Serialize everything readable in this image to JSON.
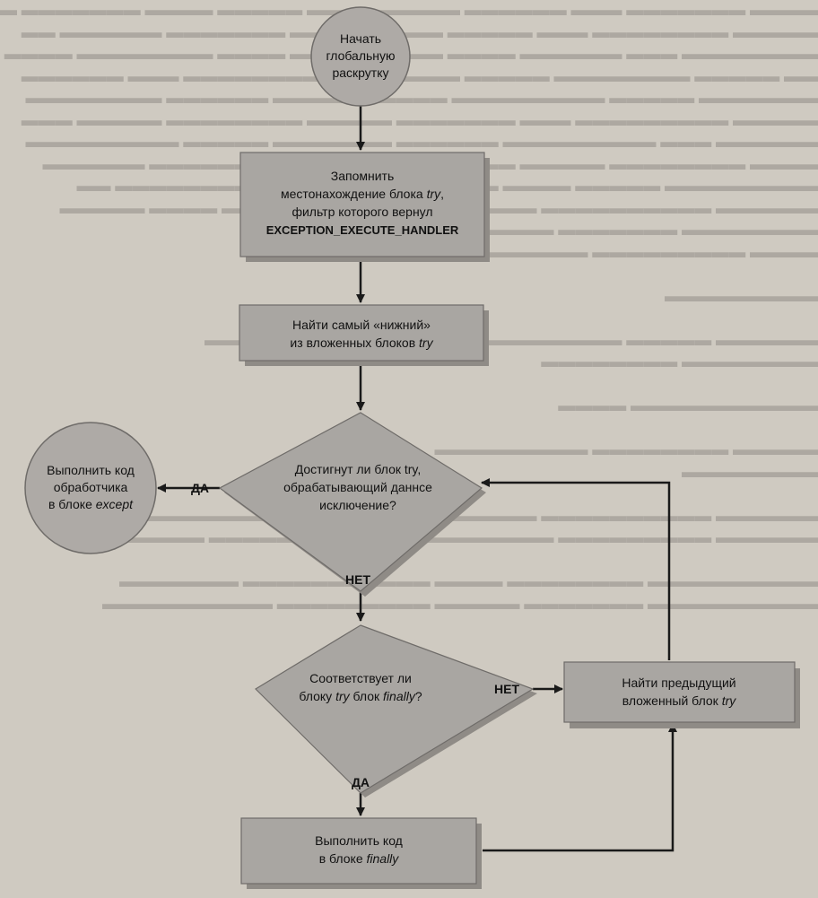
{
  "diagram": {
    "nodes": {
      "start": [
        "Начать",
        "глобальную",
        "раскрутку"
      ],
      "remember": [
        "Запомнить",
        "местонахождение блока |try|,",
        "фильтр которого вернул",
        "#EXCEPTION_EXECUTE_HANDLER#"
      ],
      "find_lowest": [
        "Найти самый «нижний»",
        "из вложенных блоков |try|"
      ],
      "reached": [
        "Достигнут ли блок try,",
        "обрабатывающий даннсе",
        "исключение?"
      ],
      "execute_except": [
        "Выполнить код",
        "обработчика",
        "в блоке |except|"
      ],
      "has_finally": [
        "Соответствует ли",
        "блоку |try| блок |finally|?"
      ],
      "find_prev": [
        "Найти предыдущий",
        "вложенный блок |try|"
      ],
      "execute_finally": [
        "Выполнить код",
        "в блоке |finally|"
      ]
    },
    "edge_labels": {
      "yes_except": "ДА",
      "no_reached": "НЕТ",
      "no_finally": "НЕТ",
      "yes_finally": "ДА"
    }
  },
  "colors": {
    "background": "#cfcac1",
    "box": "#a9a6a2",
    "box_border": "#6f6c69",
    "shadow": "#8f8b86",
    "circle": "#aeaaa6",
    "text": "#111111",
    "line": "#1a1a1a"
  }
}
